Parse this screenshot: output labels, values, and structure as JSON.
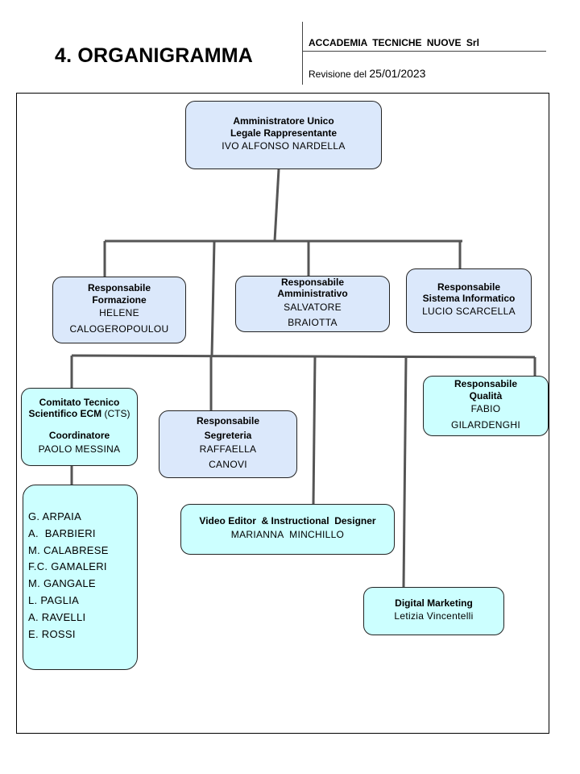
{
  "header": {
    "title": "4. ORGANIGRAMMA",
    "company": "ACCADEMIA TECNICHE NUOVE Srl",
    "revision_label": "Revisione del",
    "revision_date": "25/01/2023"
  },
  "nodes": {
    "ceo": {
      "role1": "Amministratore Unico",
      "role2": "Legale Rappresentante",
      "name": "IVO ALFONSO NARDELLA"
    },
    "formazione": {
      "role1": "Responsabile",
      "role2": "Formazione",
      "name1": "HELENE",
      "name2": "CALOGEROPOULOU"
    },
    "amministrativo": {
      "role1": "Responsabile",
      "role2": "Amministrativo",
      "name1": "SALVATORE",
      "name2": "BRAIOTTA"
    },
    "sistema": {
      "role1": "Responsabile",
      "role2": "Sistema Informatico",
      "name": "LUCIO SCARCELLA"
    },
    "cts": {
      "role1": "Comitato Tecnico",
      "role2": "Scientifico ECM",
      "role2_suffix": "(CTS)",
      "role3": "Coordinatore",
      "name": "PAOLO MESSINA"
    },
    "segreteria": {
      "role1": "Responsabile",
      "role2": "Segreteria",
      "name1": "RAFFAELLA",
      "name2": "CANOVI"
    },
    "qualita": {
      "role1": "Responsabile",
      "role2": "Qualità",
      "name1": "FABIO",
      "name2": "GILARDENGHI"
    },
    "video": {
      "role": "Video Editor  & Instructional  Designer",
      "name": "MARIANNA  MINCHILLO"
    },
    "marketing": {
      "role": "Digital Marketing",
      "name": "Letizia Vincentelli"
    }
  },
  "cts_members": [
    "G. ARPAIA",
    "A.  BARBIERI",
    "M. CALABRESE",
    "F.C. GAMALERI",
    "M. GANGALE",
    "L. PAGLIA",
    "A. RAVELLI",
    "E. ROSSI"
  ],
  "colors": {
    "box_blue": "#dbe8fb",
    "box_cyan": "#ccffff",
    "connector": "#555555"
  }
}
